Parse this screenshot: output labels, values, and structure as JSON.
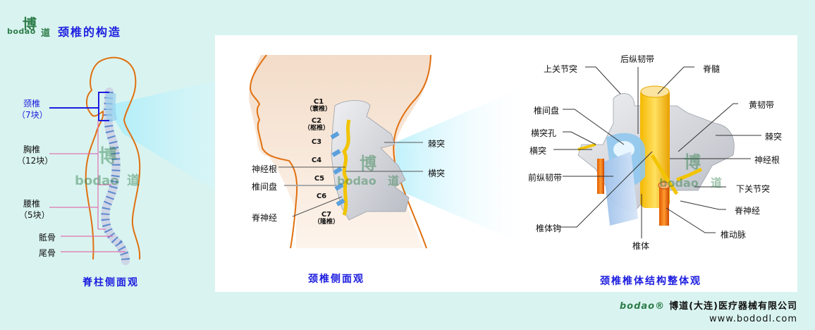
{
  "header": {
    "logo_char": "博",
    "logo_word": "bodao",
    "logo_char2": "道",
    "title": "颈椎的构造"
  },
  "spine_view": {
    "caption": "脊柱侧面观",
    "labels": {
      "cervical": "颈椎",
      "cervical_count": "（7块）",
      "thoracic": "胸椎",
      "thoracic_count": "（12块）",
      "lumbar": "腰椎",
      "lumbar_count": "（5块）",
      "sacrum": "骶骨",
      "coccyx": "尾骨"
    }
  },
  "cervical_side_view": {
    "caption": "颈椎侧面观",
    "vertebrae": [
      {
        "id": "C1",
        "sub": "（寰椎）"
      },
      {
        "id": "C2",
        "sub": "（枢椎）"
      },
      {
        "id": "C3",
        "sub": ""
      },
      {
        "id": "C4",
        "sub": ""
      },
      {
        "id": "C5",
        "sub": ""
      },
      {
        "id": "C6",
        "sub": ""
      },
      {
        "id": "C7",
        "sub": "（隆椎）"
      }
    ],
    "labels": {
      "nerve_root": "神经根",
      "disc": "椎间盘",
      "spinal_nerve": "脊神经",
      "spinous_process": "棘突",
      "transverse_process": "横突"
    }
  },
  "vertebra_structure": {
    "caption": "颈椎椎体结构整体观",
    "labels": {
      "superior_articular": "上关节突",
      "posterior_ligament": "后纵韧带",
      "spinal_cord": "脊髓",
      "disc": "椎间盘",
      "ligamentum_flavum": "黄韧带",
      "transverse_foramen": "横突孔",
      "spinous_process": "棘突",
      "transverse_process": "横突",
      "nerve_root": "神经根",
      "anterior_ligament": "前纵韧带",
      "inferior_articular": "下关节突",
      "spinal_nerve": "脊神经",
      "uncinate": "椎体钩",
      "vertebral_artery": "椎动脉",
      "vertebral_body": "椎体"
    }
  },
  "footer": {
    "brand": "bodao®",
    "company": "博道(大连)医疗器械有限公司",
    "url": "www.bododl.com"
  },
  "colors": {
    "background": "#d9f4f0",
    "title_blue": "#1d1de0",
    "outline_orange": "#e07010",
    "skin": "#f5e1d0",
    "beam": "#b8eefa",
    "pink_line": "#e070b0",
    "brand_green": "#2e7d4a"
  }
}
